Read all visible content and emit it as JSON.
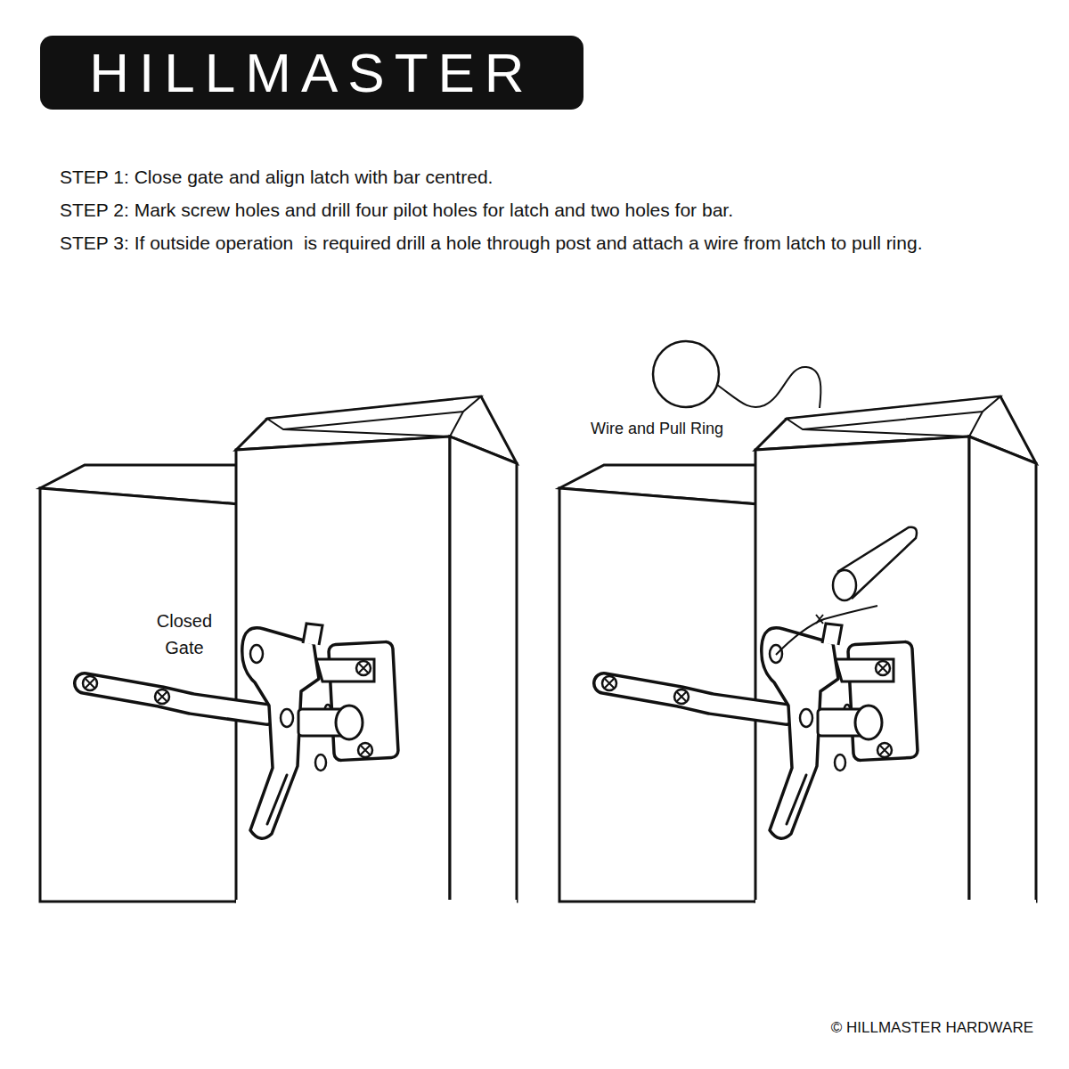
{
  "diagram": {
    "nodes": [
      {
        "text": [
          "HILLMASTER"
        ]
      }
    ],
    "labels": [
      "STEP 1: Close gate and align latch with bar centred.",
      "STEP 2: Mark screw holes and drill four pilot holes for latch and two holes for bar.",
      "STEP 3: If outside operation  is required drill a hole through post and attach a wire from latch to pull ring.",
      "Closed Gate",
      "Wire and Pull Ring",
      "© HILLMASTER HARDWARE"
    ]
  }
}
